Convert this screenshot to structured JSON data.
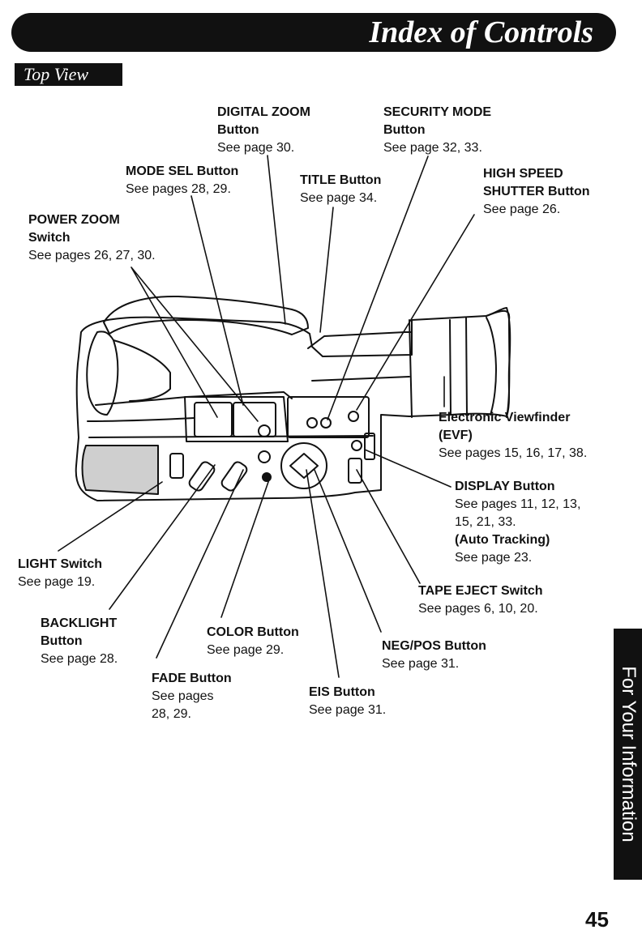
{
  "header": {
    "title": "Index of Controls"
  },
  "section": {
    "title": "Top View"
  },
  "side_tab": {
    "text": "For Your Information"
  },
  "page_number": "45",
  "labels": {
    "digital_zoom": {
      "name": "DIGITAL ZOOM",
      "name2": "Button",
      "ref": "See page 30."
    },
    "security_mode": {
      "name": "SECURITY MODE",
      "name2": "Button",
      "ref": "See page 32, 33."
    },
    "mode_sel": {
      "name": "MODE SEL Button",
      "ref": "See pages 28, 29."
    },
    "title_button": {
      "name": "TITLE Button",
      "ref": "See page 34."
    },
    "high_speed": {
      "name": "HIGH SPEED",
      "name2": "SHUTTER Button",
      "ref": "See page 26."
    },
    "power_zoom": {
      "name": "POWER ZOOM",
      "name2": "Switch",
      "ref": "See pages 26, 27, 30."
    },
    "evf": {
      "name": "Electronic Viewfinder",
      "name2": "(EVF)",
      "ref": "See pages 15, 16, 17, 38."
    },
    "display": {
      "name": "DISPLAY Button",
      "ref": "See pages 11, 12, 13,",
      "ref2": "15, 21, 33.",
      "sub": "(Auto Tracking)",
      "subref": "See page 23."
    },
    "light": {
      "name": "LIGHT Switch",
      "ref": "See page 19."
    },
    "tape_eject": {
      "name": "TAPE EJECT Switch",
      "ref": "See pages 6, 10, 20."
    },
    "backlight": {
      "name": "BACKLIGHT",
      "name2": "Button",
      "ref": "See page 28."
    },
    "color": {
      "name": "COLOR Button",
      "ref": "See page 29."
    },
    "neg_pos": {
      "name": "NEG/POS Button",
      "ref": "See page 31."
    },
    "fade": {
      "name": "FADE Button",
      "ref": "See pages",
      "ref2": "28, 29."
    },
    "eis": {
      "name": "EIS Button",
      "ref": "See page 31."
    }
  }
}
